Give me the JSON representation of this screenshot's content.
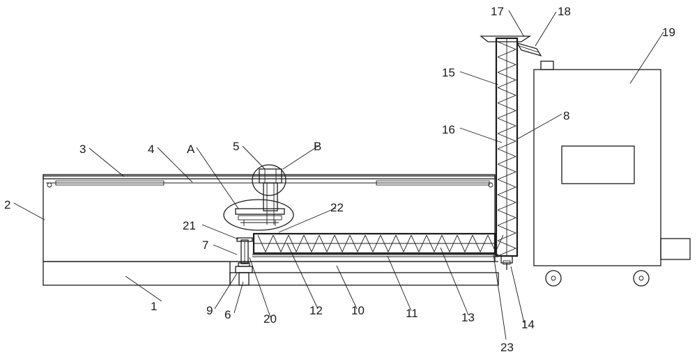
{
  "labels": {
    "l1": "1",
    "l2": "2",
    "l3": "3",
    "l4": "4",
    "l5": "5",
    "l6": "6",
    "l7": "7",
    "l8": "8",
    "l9": "9",
    "l10": "10",
    "l11": "11",
    "l12": "12",
    "l13": "13",
    "l14": "14",
    "l15": "15",
    "l16": "16",
    "l17": "17",
    "l18": "18",
    "l19": "19",
    "l20": "20",
    "l21": "21",
    "l22": "22",
    "l23": "23",
    "lA": "A",
    "lB": "B"
  },
  "colors": {
    "line": "#1a1a1a",
    "hatch": "#555555",
    "base_fill": "#f2f2f2"
  }
}
